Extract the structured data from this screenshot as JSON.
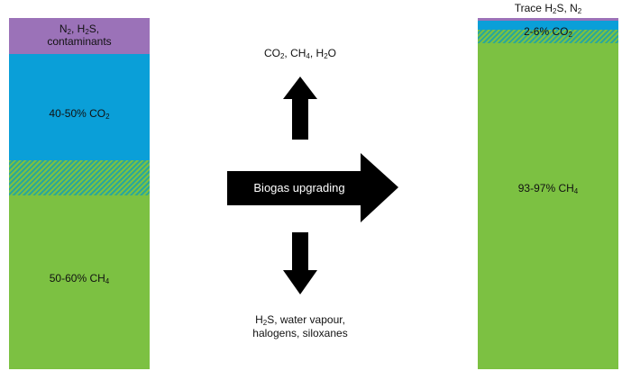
{
  "input_gas": {
    "contaminants": {
      "line1": "N",
      "sub1": "2",
      "mid1": ", H",
      "sub2": "2",
      "end1": "S,",
      "line2": "contaminants"
    },
    "co2": {
      "text": "40-50% CO",
      "sub": "2"
    },
    "ch4": {
      "text": "50-60% CH",
      "sub": "4"
    }
  },
  "output_gas": {
    "trace": {
      "a": "Trace H",
      "sub1": "2",
      "b": "S, N",
      "sub2": "2"
    },
    "co2": {
      "text": "2-6% CO",
      "sub": "2"
    },
    "ch4": {
      "text": "93-97% CH",
      "sub": "4"
    }
  },
  "process": {
    "label": "Biogas upgrading",
    "removed_top": {
      "a": "CO",
      "sub1": "2",
      "b": ", CH",
      "sub2": "4",
      "c": ", H",
      "sub3": "2",
      "d": "O"
    },
    "removed_bottom": {
      "a": "H",
      "sub1": "2",
      "b": "S, water vapour,",
      "line2": "halogens, siloxanes"
    }
  },
  "colors": {
    "contaminants": "#9b72b8",
    "co2": "#0a9fd8",
    "ch4": "#7cc142",
    "arrow": "#000000"
  }
}
